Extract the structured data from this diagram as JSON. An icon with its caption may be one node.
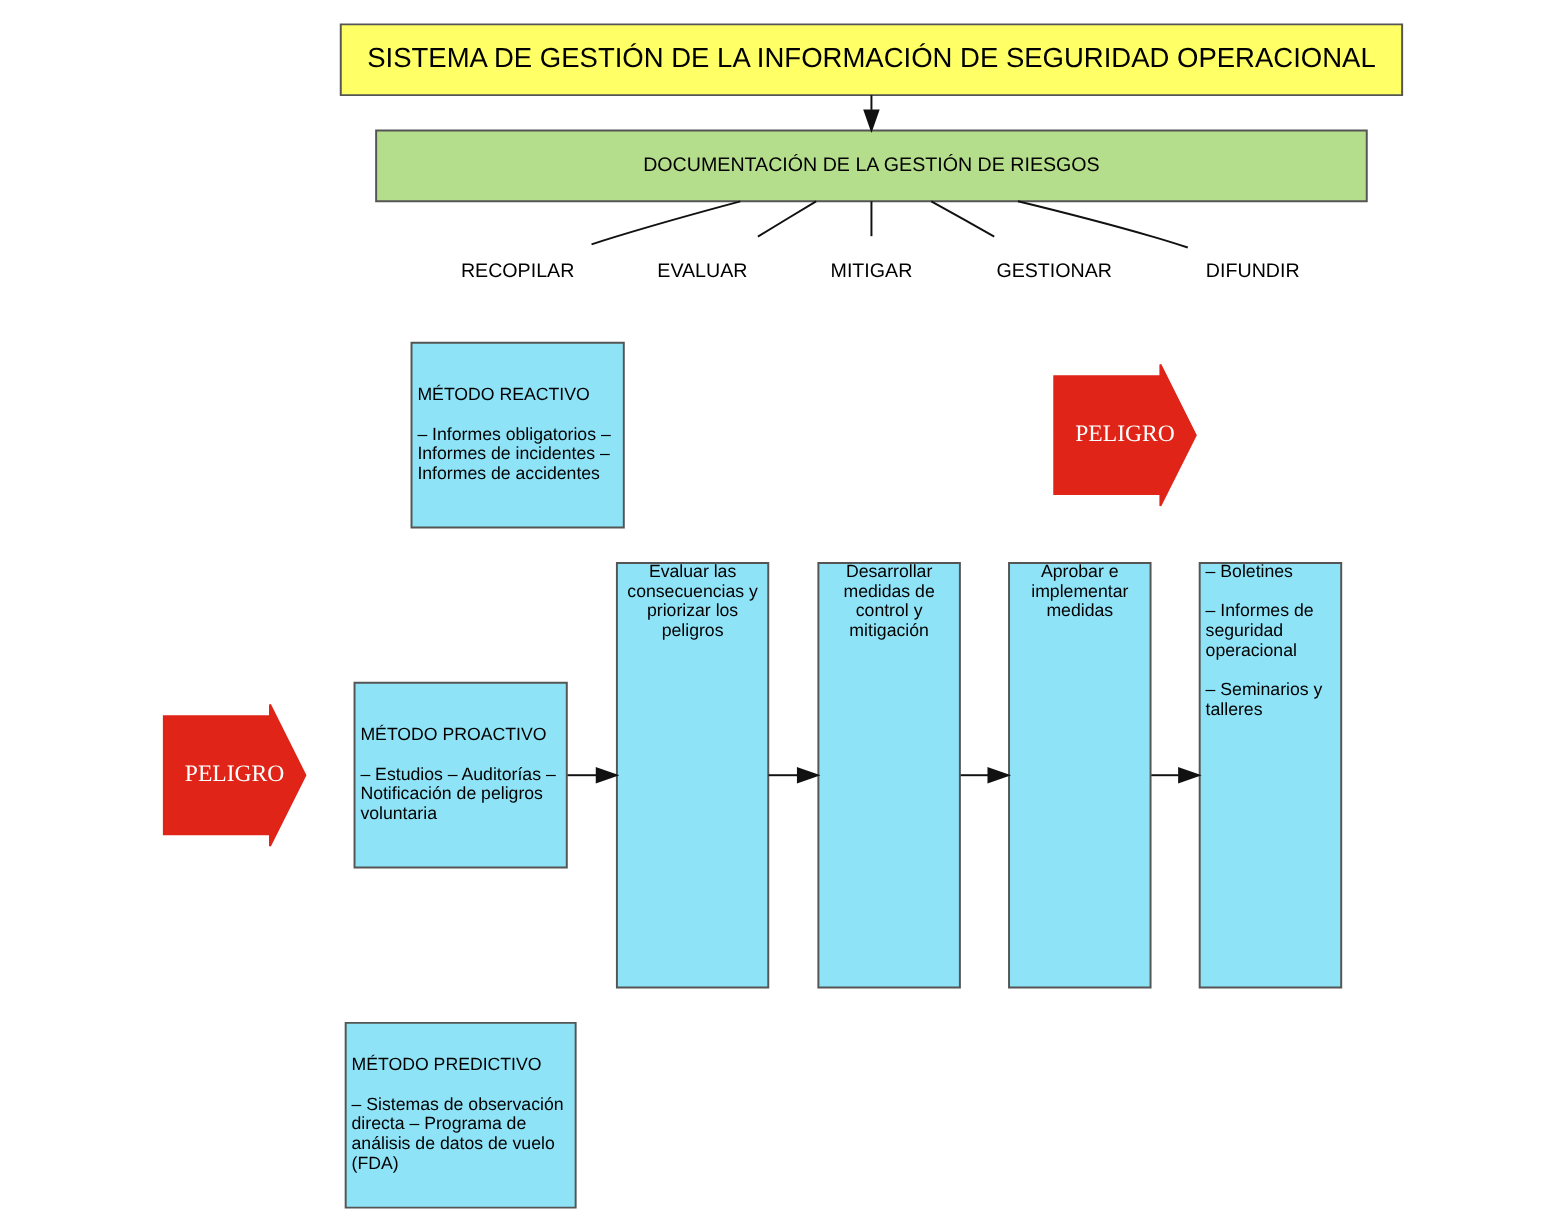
{
  "diagram": {
    "nodes": [
      {
        "text": [
          "SISTEMA DE GESTIÓN DE LA INFORMACIÓN DE SEGURIDAD OPERACIONAL"
        ]
      },
      {
        "text": [
          "DOCUMENTACIÓN DE LA GESTIÓN DE RIESGOS"
        ]
      },
      {
        "text": [
          "RECOPILAR"
        ]
      },
      {
        "text": [
          "EVALUAR"
        ]
      },
      {
        "text": [
          "MITIGAR"
        ]
      },
      {
        "text": [
          "GESTIONAR"
        ]
      },
      {
        "text": [
          "DIFUNDIR"
        ]
      },
      {
        "text": [
          "MÉTODO REACTIVO",
          "– Informes obligatorios – Informes de incidentes – Informes de accidentes"
        ]
      },
      {
        "text": [
          "MÉTODO PROACTIVO",
          "– Estudios – Auditorías – Notificación de peligros voluntaria"
        ]
      },
      {
        "text": [
          "MÉTODO PREDICTIVO",
          "– Sistemas de observación directa – Programa de análisis de datos de vuelo (FDA)"
        ]
      },
      {
        "text": [
          "Evaluar las consecuencias y priorizar los peligros"
        ]
      },
      {
        "text": [
          "Desarrollar medidas de control y mitigación"
        ]
      },
      {
        "text": [
          "Aprobar e implementar medidas"
        ]
      },
      {
        "text": [
          "– Boletines",
          "– Informes de seguridad operacional",
          "– Seminarios y talleres"
        ]
      },
      {
        "text": [
          "PELIGRO"
        ]
      },
      {
        "text": [
          "PELIGRO"
        ]
      }
    ],
    "edges": [
      {
        "from": 0,
        "to": 1,
        "arrow": "to"
      },
      {
        "from": 1,
        "to": 2,
        "arrow": "none"
      },
      {
        "from": 1,
        "to": 3,
        "arrow": "none"
      },
      {
        "from": 1,
        "to": 4,
        "arrow": "none"
      },
      {
        "from": 1,
        "to": 5,
        "arrow": "none"
      },
      {
        "from": 1,
        "to": 6,
        "arrow": "none"
      },
      {
        "from": 8,
        "to": 10,
        "arrow": "to"
      },
      {
        "from": 10,
        "to": 11,
        "arrow": "to"
      },
      {
        "from": 11,
        "to": 12,
        "arrow": "to"
      },
      {
        "from": 12,
        "to": 13,
        "arrow": "to"
      }
    ]
  }
}
